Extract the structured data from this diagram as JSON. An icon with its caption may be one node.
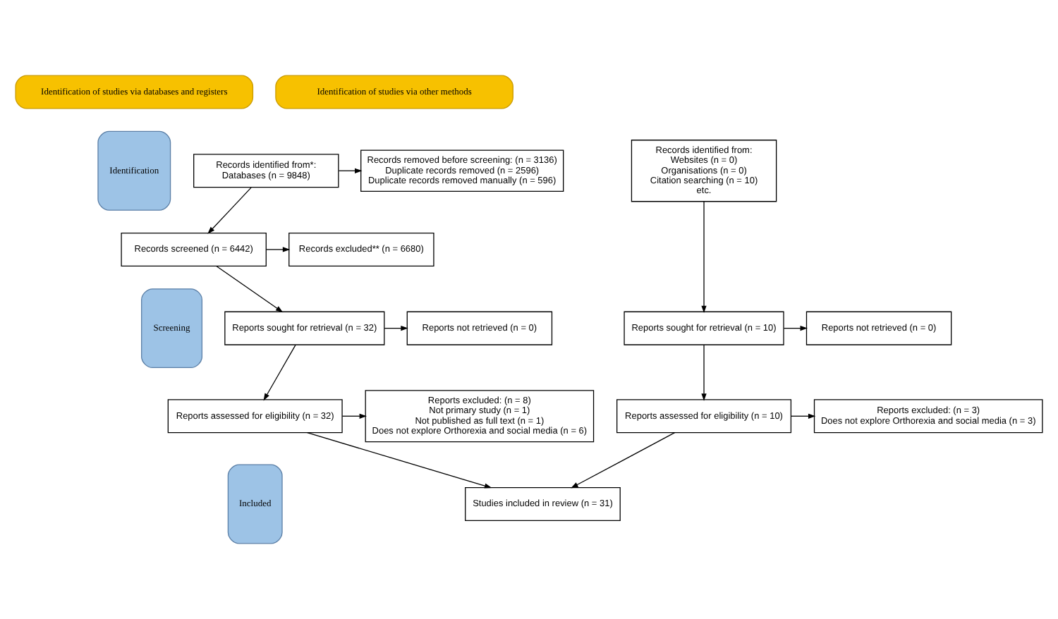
{
  "diagram": {
    "nodes": [
      {
        "text": [
          "Identification of studies via databases and registers"
        ]
      },
      {
        "text": [
          "Identification of studies via other methods"
        ]
      },
      {
        "text": [
          "Identification"
        ]
      },
      {
        "text": [
          "Screening"
        ]
      },
      {
        "text": [
          "Included"
        ]
      },
      {
        "text": [
          "Records identified from*:",
          "Databases (n = 9848)"
        ]
      },
      {
        "text": [
          "Records removed before screening: (n = 3136)",
          "Duplicate records removed (n = 2596)",
          "Duplicate records removed manually (n = 596)"
        ]
      },
      {
        "text": [
          "Records screened (n = 6442)"
        ]
      },
      {
        "text": [
          "Records excluded** (n = 6680)"
        ]
      },
      {
        "text": [
          "Reports sought for retrieval (n = 32)"
        ]
      },
      {
        "text": [
          "Reports not retrieved (n = 0)"
        ]
      },
      {
        "text": [
          "Reports assessed for eligibility (n = 32)"
        ]
      },
      {
        "text": [
          "Reports excluded: (n = 8)",
          "Not primary study (n = 1)",
          "Not published as full text (n = 1)",
          "Does not explore Orthorexia and social media (n = 6)"
        ]
      },
      {
        "text": [
          "Studies included in review (n = 31)"
        ]
      },
      {
        "text": [
          "Records identified from:",
          "Websites (n = 0)",
          "Organisations (n = 0)",
          "Citation searching (n = 10)",
          "etc."
        ]
      },
      {
        "text": [
          "Reports sought for retrieval (n = 10)"
        ]
      },
      {
        "text": [
          "Reports not retrieved (n = 0)"
        ]
      },
      {
        "text": [
          "Reports assessed for eligibility (n = 10)"
        ]
      },
      {
        "text": [
          "Reports excluded: (n = 3)",
          "Does not explore Orthorexia and social media (n = 3)"
        ]
      }
    ],
    "edges": [
      {
        "from": 5,
        "to": 7,
        "arrow": "to"
      },
      {
        "from": 5,
        "to": 6,
        "arrow": "to"
      },
      {
        "from": 7,
        "to": 9,
        "arrow": "to"
      },
      {
        "from": 7,
        "to": 8,
        "arrow": "to"
      },
      {
        "from": 9,
        "to": 11,
        "arrow": "to"
      },
      {
        "from": 9,
        "to": 10,
        "arrow": "to"
      },
      {
        "from": 11,
        "to": 13,
        "arrow": "to"
      },
      {
        "from": 11,
        "to": 12,
        "arrow": "to"
      },
      {
        "from": 14,
        "to": 15,
        "arrow": "to"
      },
      {
        "from": 15,
        "to": 17,
        "arrow": "to"
      },
      {
        "from": 15,
        "to": 16,
        "arrow": "to"
      },
      {
        "from": 17,
        "to": 18,
        "arrow": "to"
      },
      {
        "from": 17,
        "to": 13,
        "arrow": "to"
      }
    ]
  }
}
